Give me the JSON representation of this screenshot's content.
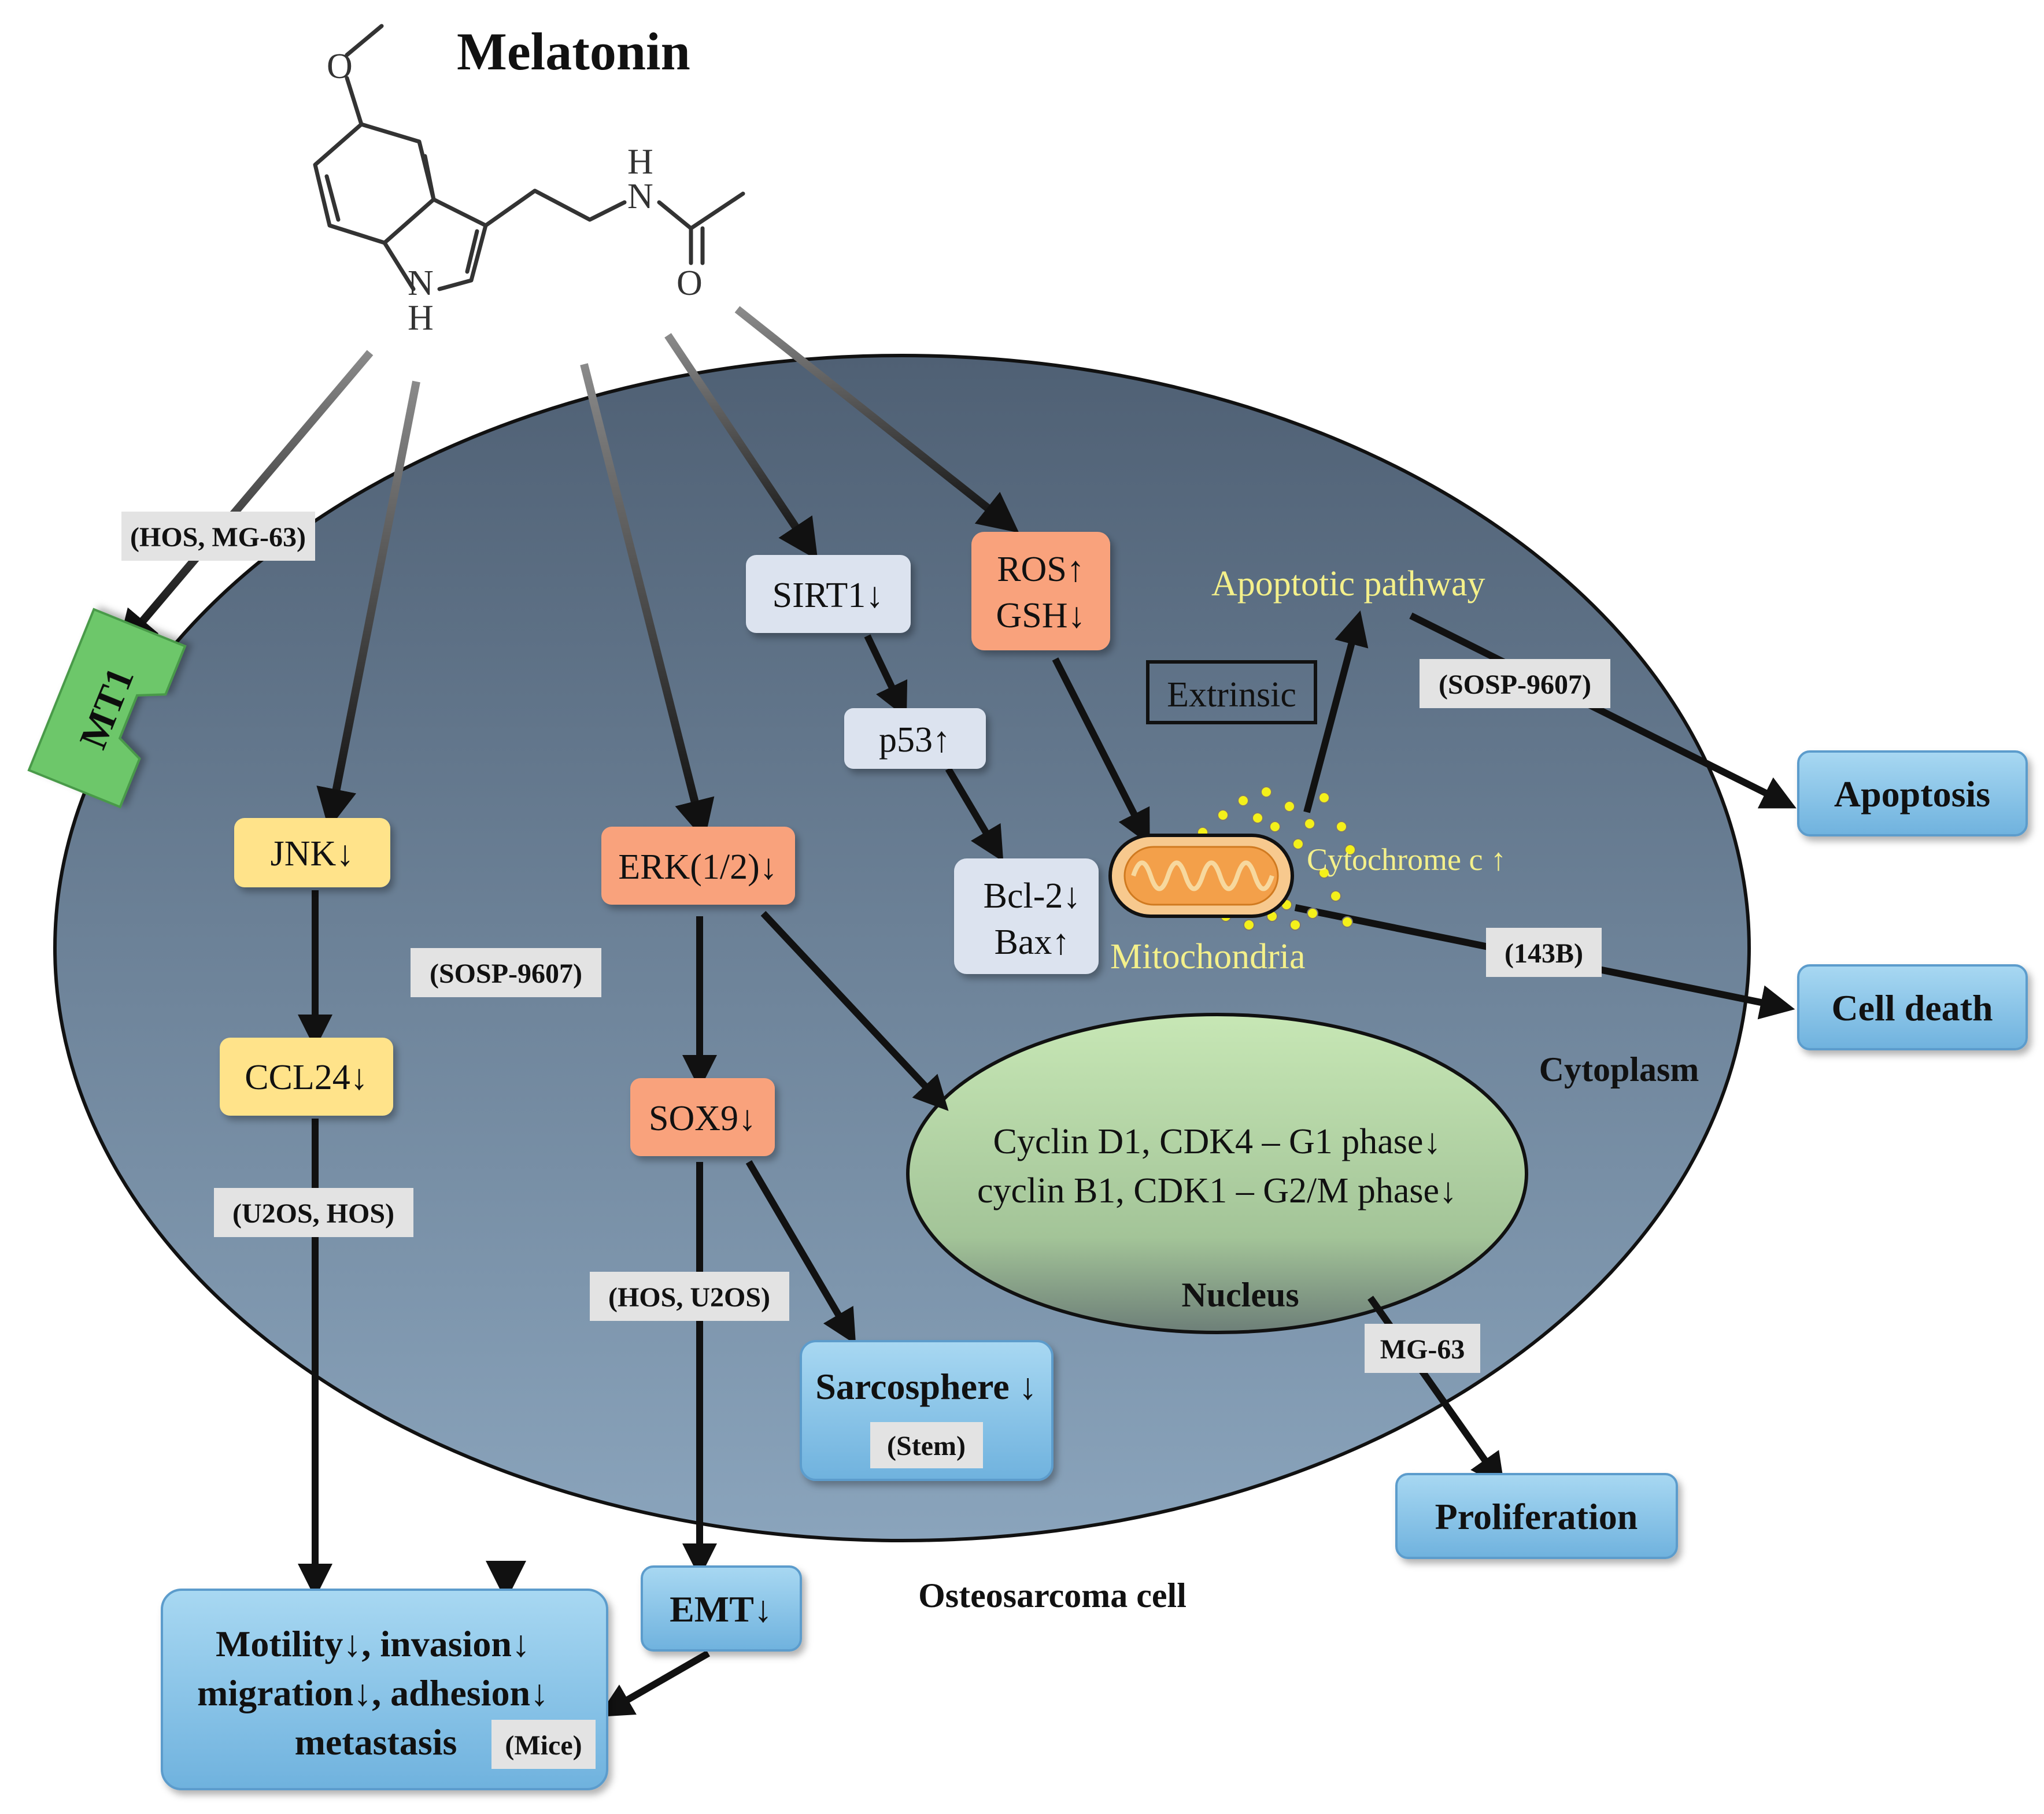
{
  "title": "Melatonin",
  "cell_label": "Osteosarcoma cell",
  "cytoplasm_label": "Cytoplasm",
  "nucleus": {
    "label": "Nucleus",
    "line1": "Cyclin D1, CDK4 – G1 phase↓",
    "line2": "cyclin B1, CDK1 – G2/M phase↓"
  },
  "molecule_atoms": {
    "o_methoxy": "O",
    "nh_top": "H",
    "n_amide": "N",
    "o_carbonyl": "O",
    "n_indole": "N",
    "h_indole": "H"
  },
  "receptor": "MT1",
  "nodes": {
    "jnk": "JNK↓",
    "ccl24": "CCL24↓",
    "erk": "ERK(1/2)↓",
    "sox9": "SOX9↓",
    "sirt1": "SIRT1↓",
    "p53": "p53↑",
    "bcl2": "Bcl-2↓",
    "bax": "Bax↑",
    "ros": "ROS↑",
    "gsh": "GSH↓"
  },
  "extrinsic": "Extrinsic",
  "apoptotic_pathway": "Apoptotic pathway",
  "cytochrome": "Cytochrome c ↑",
  "mitochondria": "Mitochondria",
  "cell_lines": {
    "hos_mg63": "(HOS, MG-63)",
    "sosp_left": "(SOSP-9607)",
    "u2os_hos": "(U2OS, HOS)",
    "hos_u2os": "(HOS, U2OS)",
    "sosp_right": "(SOSP-9607)",
    "c143b": "(143B)",
    "mg63": "MG-63"
  },
  "outcomes": {
    "apoptosis": "Apoptosis",
    "cell_death": "Cell death",
    "proliferation": "Proliferation",
    "sarcosphere": "Sarcosphere ↓",
    "stem": "(Stem)",
    "emt": "EMT↓",
    "motility_line1": "Motility↓, invasion↓",
    "motility_line2": "migration↓, adhesion↓",
    "motility_line3": "metastasis",
    "mice": "(Mice)"
  },
  "colors": {
    "yellow_box": "#ffe38a",
    "orange_box": "#f9a27b",
    "light_box": "#dce3ef",
    "outcome_box": "#8ec8ea",
    "receptor": "#6dc76a",
    "accent_text": "#f4f08a"
  }
}
